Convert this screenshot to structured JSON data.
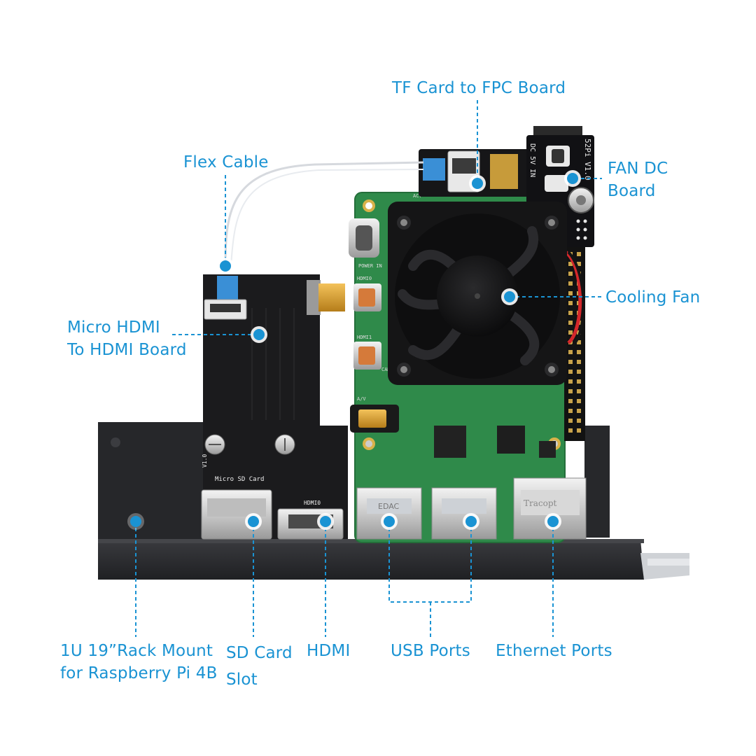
{
  "callouts": {
    "tf_card_board": "TF Card to FPC Board",
    "flex_cable": "Flex Cable",
    "fan_dc_board": [
      "FAN DC",
      "Board"
    ],
    "micro_hdmi_board": [
      "Micro HDMI",
      "To HDMI Board"
    ],
    "cooling_fan": "Cooling Fan",
    "rack_mount": [
      "1U 19”Rack Mount",
      "for Raspberry Pi 4B"
    ],
    "sd_card_slot": [
      "SD Card",
      "Slot"
    ],
    "hdmi": "HDMI",
    "usb_ports": "USB Ports",
    "ethernet_ports": "Ethernet Ports"
  },
  "board_markings": {
    "micro_sd_card": "Micro SD Card",
    "hdmi0": "HDMI0",
    "version": "V1.0",
    "fan_board_id": "52Pi V1.0",
    "fan_board_power": "DC 5V IN",
    "usb_brand": "EDAC",
    "eth_brand": "Tracopt",
    "power_in": "POWER IN",
    "pi_hdmi0": "HDMI0",
    "pi_hdmi1": "HDMI1",
    "camera": "CAMERA",
    "av": "A/V",
    "act": "ACT"
  },
  "colors": {
    "accent": "#1a93d3",
    "pcb_green": "#2f8a4a",
    "black_board": "#1b1b1d",
    "rack": "#2a2b2e"
  }
}
